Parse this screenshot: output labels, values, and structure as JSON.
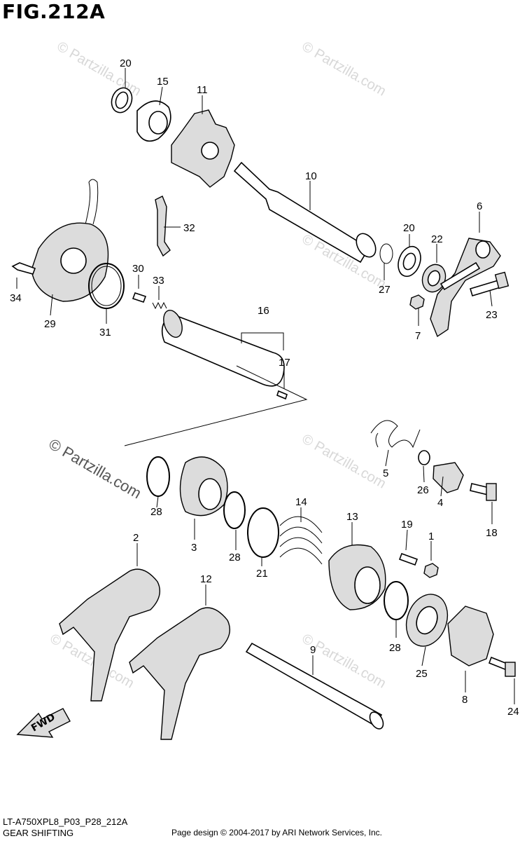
{
  "figure": {
    "title": "FIG.212A",
    "diagram_code": "LT-A750XPL8_P03_P28_212A",
    "section_name": "GEAR SHIFTING",
    "credit": "Page design © 2004-2017 by ARI Network Services, Inc.",
    "watermark_main": "© Partzilla.com",
    "watermark_faint": "© Partzilla.com",
    "direction_label": "FWD"
  },
  "callouts": [
    "1",
    "2",
    "3",
    "4",
    "5",
    "6",
    "7",
    "8",
    "9",
    "10",
    "11",
    "12",
    "13",
    "14",
    "15",
    "16",
    "17",
    "18",
    "19",
    "20",
    "21",
    "22",
    "23",
    "24",
    "25",
    "26",
    "27",
    "28",
    "29",
    "30",
    "31",
    "32",
    "33",
    "34"
  ],
  "labels": {
    "n20a": "20",
    "n15": "15",
    "n11": "11",
    "n10": "10",
    "n6": "6",
    "n32": "32",
    "n20b": "20",
    "n22": "22",
    "n34": "34",
    "n30": "30",
    "n33": "33",
    "n27": "27",
    "n7": "7",
    "n23": "23",
    "n29": "29",
    "n31": "31",
    "n16": "16",
    "n17": "17",
    "n5": "5",
    "n26": "26",
    "n4": "4",
    "n28a": "28",
    "n14": "14",
    "n13": "13",
    "n18": "18",
    "n3": "3",
    "n19": "19",
    "n1": "1",
    "n2": "2",
    "n28b": "28",
    "n21": "21",
    "n12": "12",
    "n28c": "28",
    "n9": "9",
    "n25": "25",
    "n8": "8",
    "n24": "24"
  },
  "colors": {
    "line": "#000000",
    "watermark": "#d8d8d8",
    "background": "#ffffff"
  }
}
